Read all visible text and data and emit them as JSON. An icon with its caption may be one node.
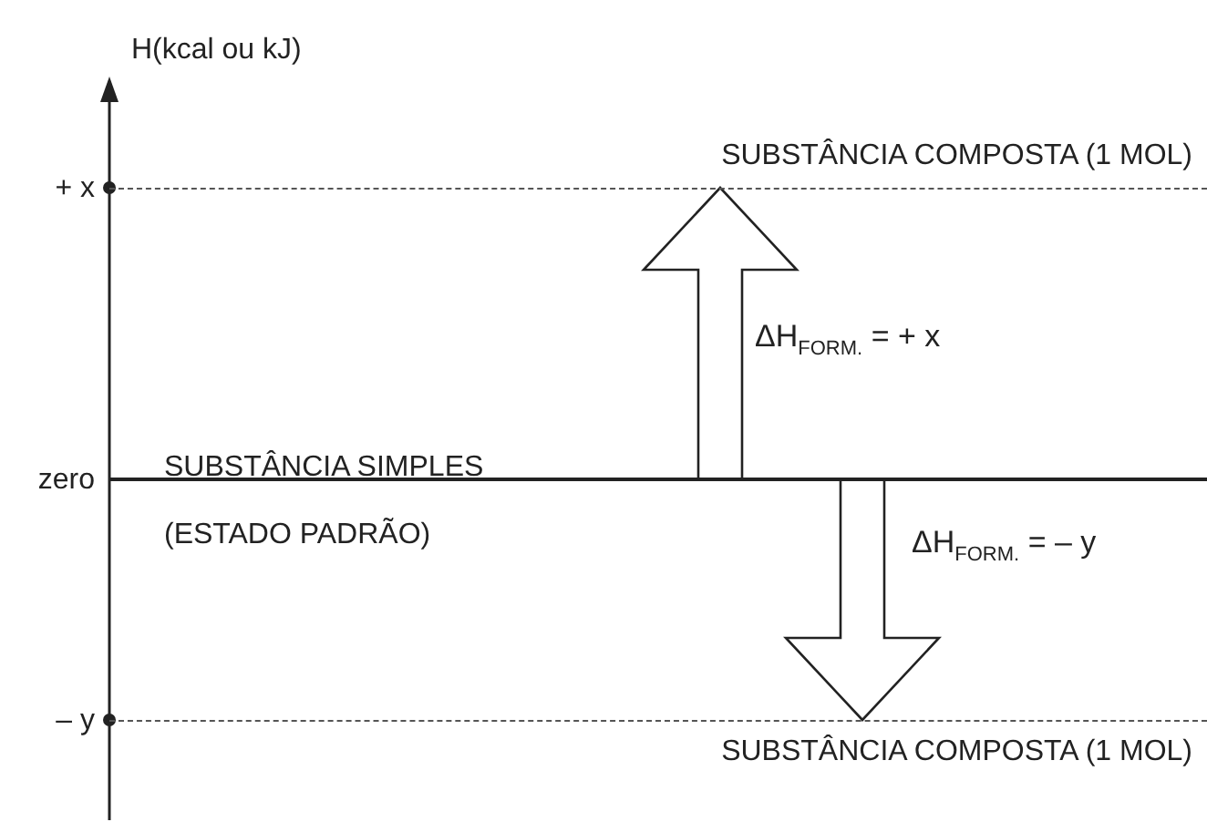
{
  "diagram": {
    "nodes": [
      {
        "text": [
          "SUBSTÂNCIA SIMPLES (ESTADO PADRÃO)"
        ]
      },
      {
        "text": [
          "SUBSTÂNCIA COMPOSTA (1 MOL)"
        ]
      },
      {
        "text": [
          "SUBSTÂNCIA COMPOSTA (1 MOL)"
        ]
      }
    ],
    "edges": [
      {
        "from": 0,
        "to": 1,
        "arrow": "to",
        "style": "thick",
        "label": "ΔH$_{FORM.}$ = + x"
      },
      {
        "from": 0,
        "to": 2,
        "arrow": "to",
        "style": "thick",
        "label": "ΔH$_{FORM.}$ = – y"
      }
    ],
    "labels": [
      "H(kcal ou kJ)",
      "+ x",
      "zero",
      "– y"
    ]
  }
}
